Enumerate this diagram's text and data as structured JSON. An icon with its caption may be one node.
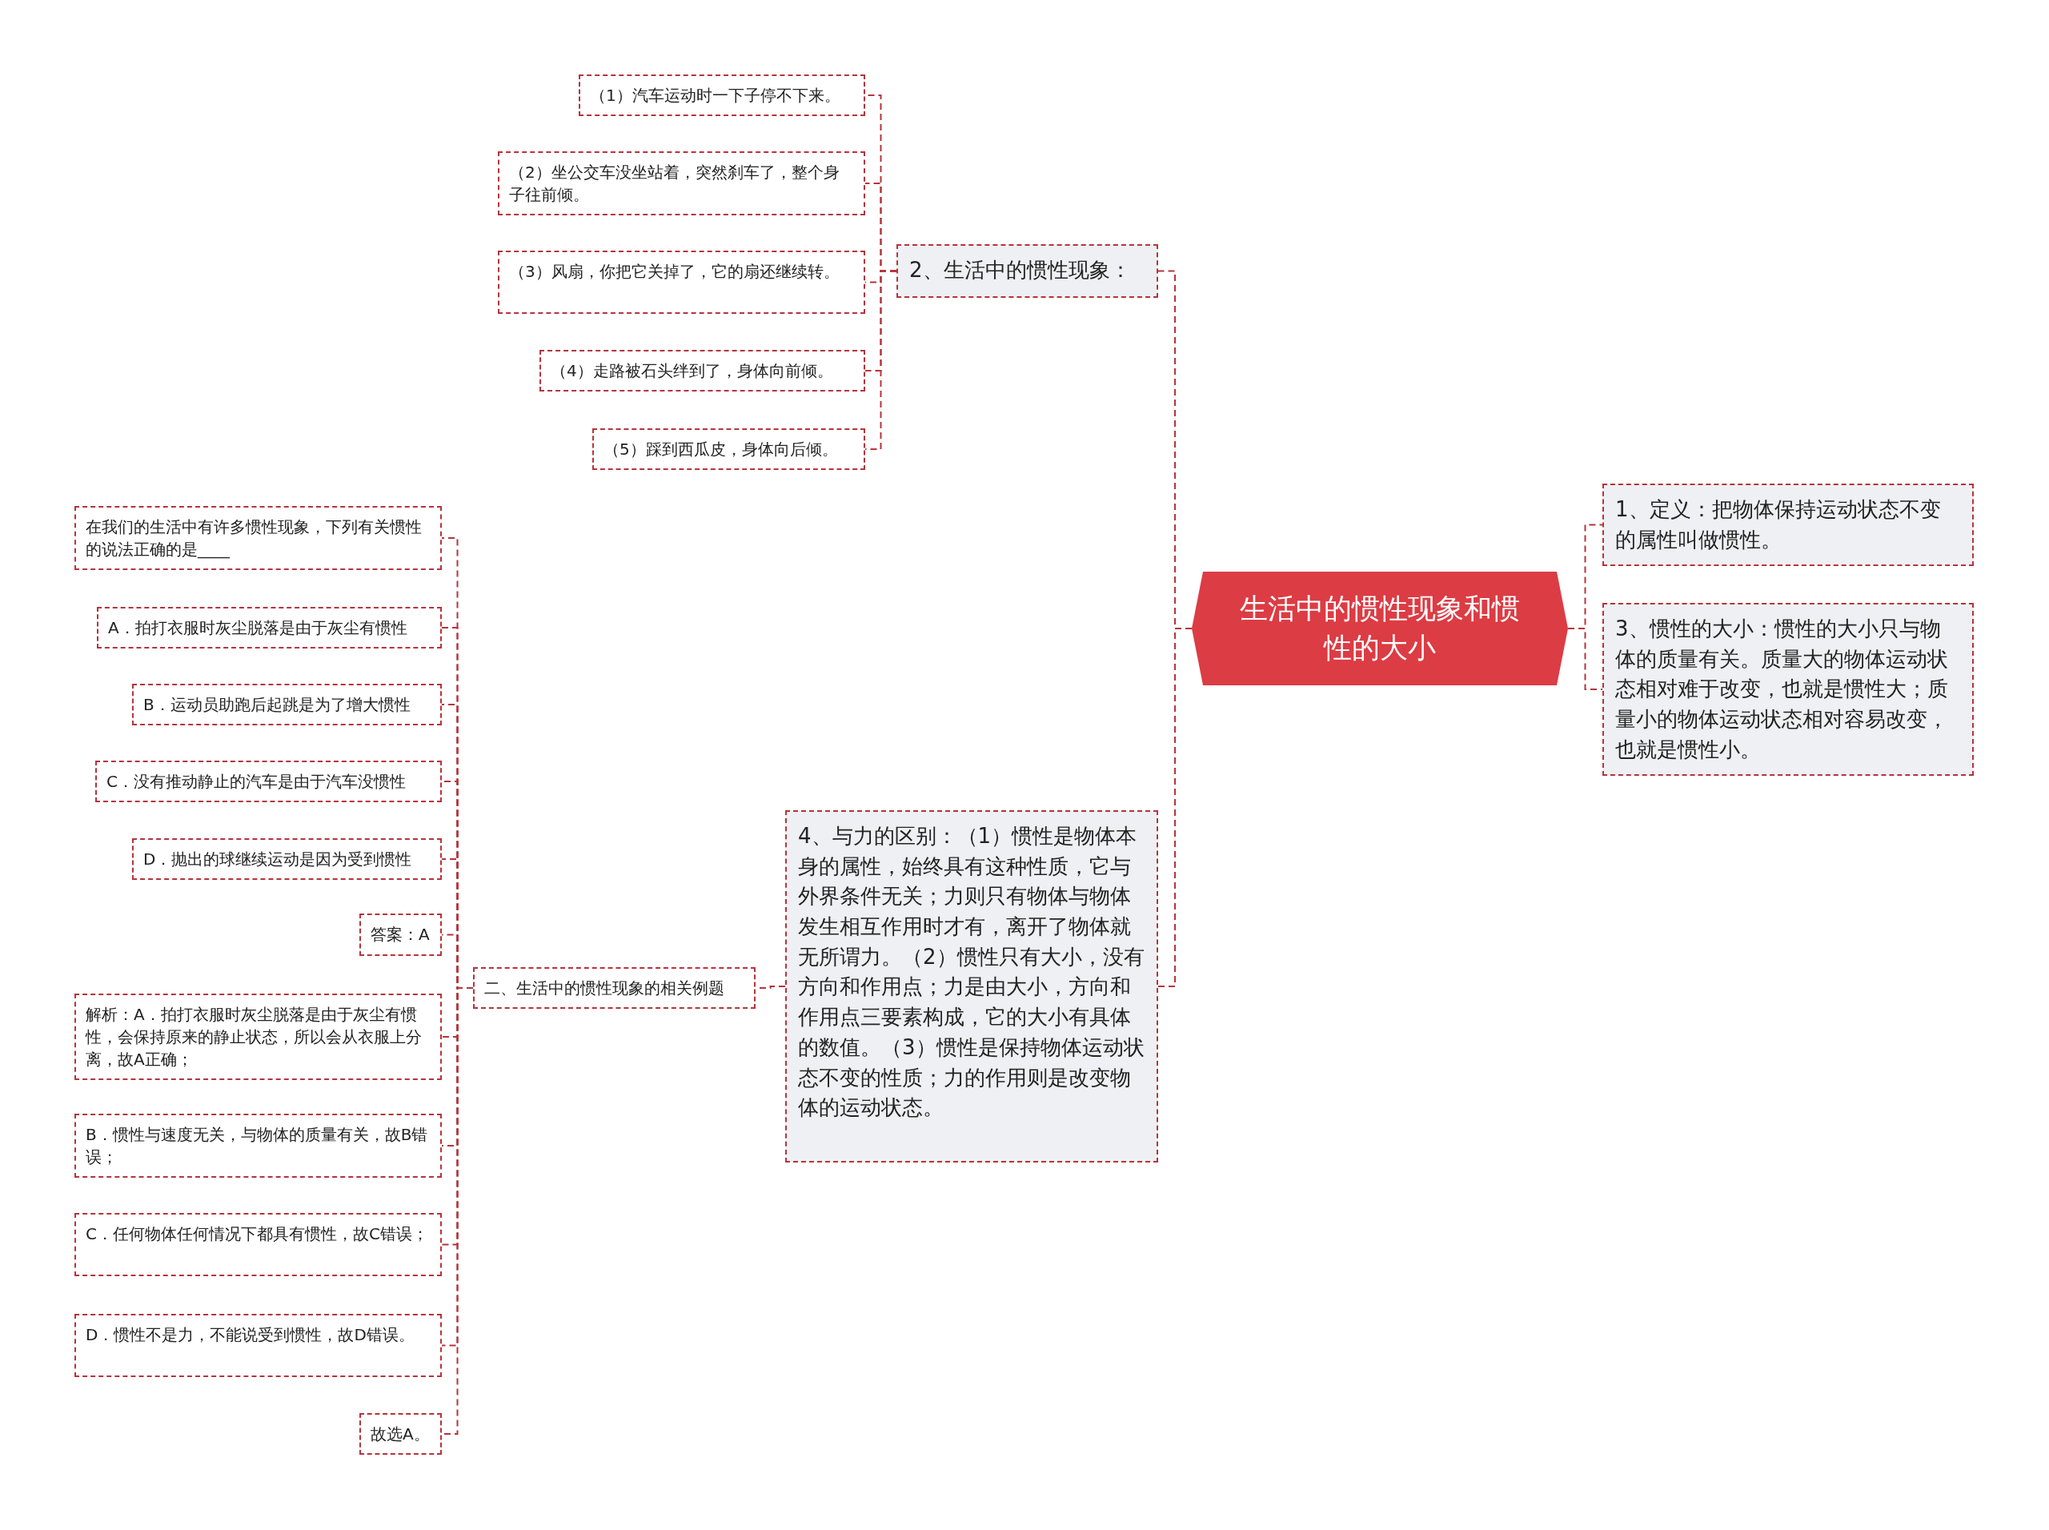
{
  "diagram": {
    "nodes": [
      {
        "text": [
          "生活中的惯性现象和惯性的大小"
        ]
      },
      {
        "text": [
          "1、定义：把物体保持运动状态不变的属性叫做惯性。"
        ]
      },
      {
        "text": [
          "3、惯性的大小：惯性的大小只与物体的质量有关。质量大的物体运动状态相对难于改变，也就是惯性大；质量小的物体运动状态相对容易改变，也就是惯性小。"
        ]
      },
      {
        "text": [
          "2、生活中的惯性现象："
        ]
      },
      {
        "text": [
          "（1）汽车运动时一下子停不下来。"
        ]
      },
      {
        "text": [
          "（2）坐公交车没坐站着，突然刹车了，整个身子往前倾。"
        ]
      },
      {
        "text": [
          "（3）风扇，你把它关掉了，它的扇还继续转。"
        ]
      },
      {
        "text": [
          "（4）走路被石头绊到了，身体向前倾。"
        ]
      },
      {
        "text": [
          "（5）踩到西瓜皮，身体向后倾。"
        ]
      },
      {
        "text": [
          "4、与力的区别：（1）惯性是物体本身的属性，始终具有这种性质，它与外界条件无关；力则只有物体与物体发生相互作用时才有，离开了物体就无所谓力。（2）惯性只有大小，没有方向和作用点；力是由大小，方向和作用点三要素构成，它的大小有具体的数值。（3）惯性是保持物体运动状态不变的性质；力的作用则是改变物体的运动状态。"
        ]
      },
      {
        "text": [
          "二、生活中的惯性现象的相关例题"
        ]
      },
      {
        "text": [
          "在我们的生活中有许多惯性现象，下列有关惯性的说法正确的是____"
        ]
      },
      {
        "text": [
          "A．拍打衣服时灰尘脱落是由于灰尘有惯性"
        ]
      },
      {
        "text": [
          "B．运动员助跑后起跳是为了增大惯性"
        ]
      },
      {
        "text": [
          "C．没有推动静止的汽车是由于汽车没惯性"
        ]
      },
      {
        "text": [
          "D．抛出的球继续运动是因为受到惯性"
        ]
      },
      {
        "text": [
          "答案：A"
        ]
      },
      {
        "text": [
          "解析：A．拍打衣服时灰尘脱落是由于灰尘有惯性，会保持原来的静止状态，所以会从衣服上分离，故A正确；"
        ]
      },
      {
        "text": [
          "B．惯性与速度无关，与物体的质量有关，故B错误；"
        ]
      },
      {
        "text": [
          "C．任何物体任何情况下都具有惯性，故C错误；"
        ]
      },
      {
        "text": [
          "D．惯性不是力，不能说受到惯性，故D错误。"
        ]
      },
      {
        "text": [
          "故选A。"
        ]
      }
    ],
    "edges": [
      {
        "from": 0,
        "to": 1,
        "arrow": "none",
        "style": "dashed"
      },
      {
        "from": 0,
        "to": 2,
        "arrow": "none",
        "style": "dashed"
      },
      {
        "from": 0,
        "to": 3,
        "arrow": "none",
        "style": "dashed"
      },
      {
        "from": 0,
        "to": 9,
        "arrow": "none",
        "style": "dashed"
      },
      {
        "from": 3,
        "to": 4,
        "arrow": "none",
        "style": "dashed"
      },
      {
        "from": 3,
        "to": 5,
        "arrow": "none",
        "style": "dashed"
      },
      {
        "from": 3,
        "to": 6,
        "arrow": "none",
        "style": "dashed"
      },
      {
        "from": 3,
        "to": 7,
        "arrow": "none",
        "style": "dashed"
      },
      {
        "from": 3,
        "to": 8,
        "arrow": "none",
        "style": "dashed"
      },
      {
        "from": 9,
        "to": 10,
        "arrow": "none",
        "style": "dashed"
      },
      {
        "from": 10,
        "to": 11,
        "arrow": "none",
        "style": "dashed"
      },
      {
        "from": 10,
        "to": 12,
        "arrow": "none",
        "style": "dashed"
      },
      {
        "from": 10,
        "to": 13,
        "arrow": "none",
        "style": "dashed"
      },
      {
        "from": 10,
        "to": 14,
        "arrow": "none",
        "style": "dashed"
      },
      {
        "from": 10,
        "to": 15,
        "arrow": "none",
        "style": "dashed"
      },
      {
        "from": 10,
        "to": 16,
        "arrow": "none",
        "style": "dashed"
      },
      {
        "from": 10,
        "to": 17,
        "arrow": "none",
        "style": "dashed"
      },
      {
        "from": 10,
        "to": 18,
        "arrow": "none",
        "style": "dashed"
      },
      {
        "from": 10,
        "to": 19,
        "arrow": "none",
        "style": "dashed"
      },
      {
        "from": 10,
        "to": 20,
        "arrow": "none",
        "style": "dashed"
      },
      {
        "from": 10,
        "to": 21,
        "arrow": "none",
        "style": "dashed"
      }
    ]
  }
}
